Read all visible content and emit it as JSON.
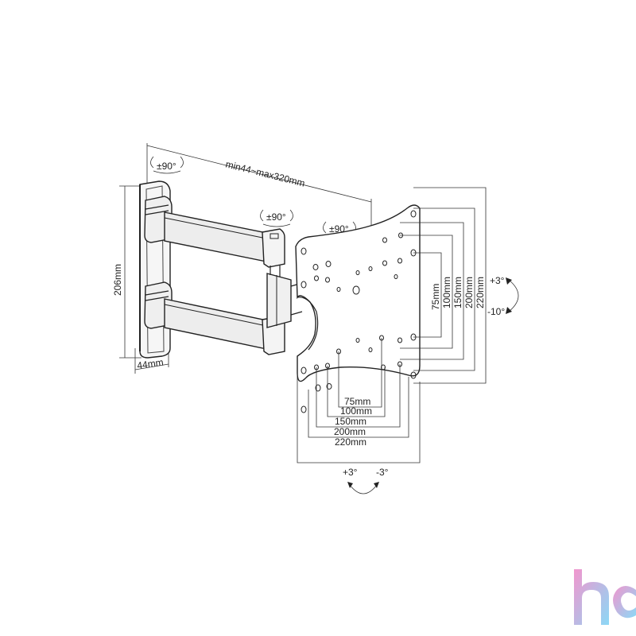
{
  "dimensions": {
    "arm_extension": "min44~max320mm",
    "wall_plate_height": "206mm",
    "wall_plate_width": "44mm"
  },
  "rotations": {
    "wall_swivel": "±90°",
    "arm_swivel": "±90°",
    "plate_swivel": "±90°"
  },
  "vesa_vertical": [
    "75mm",
    "100mm",
    "150mm",
    "200mm",
    "220mm"
  ],
  "vesa_horizontal": [
    "75mm",
    "100mm",
    "150mm",
    "200mm",
    "220mm"
  ],
  "tilt": {
    "up": "+3°",
    "down": "-10°"
  },
  "level_adjust": {
    "left": "+3°",
    "right": "-3°"
  },
  "colors": {
    "line": "#222222",
    "arm_fill": "#e6e6e6",
    "logo_gradient": [
      "#f08ac8",
      "#7fd4f5"
    ]
  }
}
